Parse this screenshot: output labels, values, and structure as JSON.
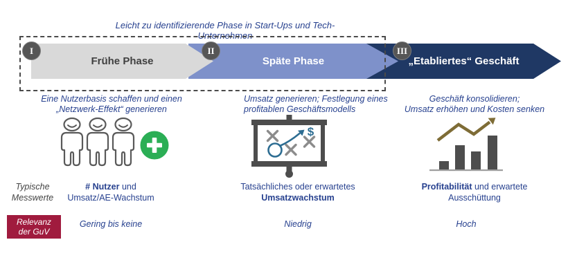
{
  "header": {
    "banner": "Leicht zu identifizierende Phase in Start-Ups und Tech-Unternehmen"
  },
  "phases": [
    {
      "numeral": "I",
      "title": "Frühe Phase",
      "desc": [
        "Eine Nutzerbasis schaffen und einen",
        "„Netzwerk-Effekt“ generieren"
      ],
      "icon": "users-with-plus-icon",
      "metric": {
        "bold": "# Nutzer",
        "rest": " und",
        "line2": "Umsatz/AE-Wachstum"
      },
      "guv": "Gering bis keine"
    },
    {
      "numeral": "II",
      "title": "Späte Phase",
      "desc": [
        "Umsatz generieren; Festlegung eines",
        "profitablen Geschäftsmodells"
      ],
      "icon": "strategy-board-icon",
      "board_dollar": "$",
      "metric": {
        "line1": "Tatsächliches oder erwartetes",
        "bold2": "Umsatzwachstum"
      },
      "guv": "Niedrig"
    },
    {
      "numeral": "III",
      "title": "„Etabliertes“ Geschäft",
      "desc": [
        "Geschäft konsolidieren;",
        "Umsatz erhöhen und Kosten senken"
      ],
      "icon": "growth-bar-chart-icon",
      "metric": {
        "bold": "Profitabilität",
        "rest": " und erwartete",
        "line2": "Ausschüttung"
      },
      "guv": "Hoch"
    }
  ],
  "row_labels": {
    "metrics_line1": "Typische",
    "metrics_line2": "Messwerte",
    "guv_line1": "Relevanz",
    "guv_line2": "der GuV"
  },
  "colors": {
    "phase1_fill": "#d9d9d9",
    "phase2_fill": "#7e91ca",
    "phase3_fill": "#1f3864",
    "text_blue": "#27418f",
    "guv_box": "#a01b3e",
    "plus_green": "#2bae55",
    "chart_gold": "#7e6c36",
    "icon_gray": "#4d4d4d",
    "circle_gray": "#565656"
  }
}
